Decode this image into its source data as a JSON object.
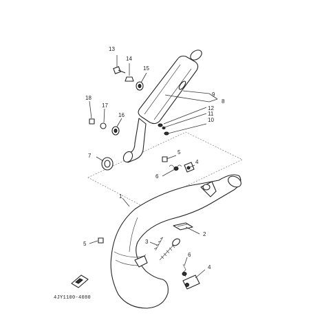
{
  "diagram": {
    "type": "exploded-parts-diagram",
    "part_callouts": [
      "1",
      "2",
      "3",
      "4",
      "4",
      "5",
      "5",
      "6",
      "6",
      "7",
      "8",
      "9",
      "10",
      "11",
      "12",
      "13",
      "14",
      "15",
      "16",
      "17",
      "18"
    ],
    "labels": {
      "p1": "1",
      "p2": "2",
      "p3": "3",
      "p4a": "4",
      "p4b": "4",
      "p5a": "5",
      "p5b": "5",
      "p6a": "6",
      "p6b": "6",
      "p7": "7",
      "p8": "8",
      "p9": "9",
      "p10": "10",
      "p11": "11",
      "p12": "12",
      "p13": "13",
      "p14": "14",
      "p15": "15",
      "p16": "16",
      "p17": "17",
      "p18": "18"
    },
    "drawing_code": "4JY1100-4080"
  }
}
